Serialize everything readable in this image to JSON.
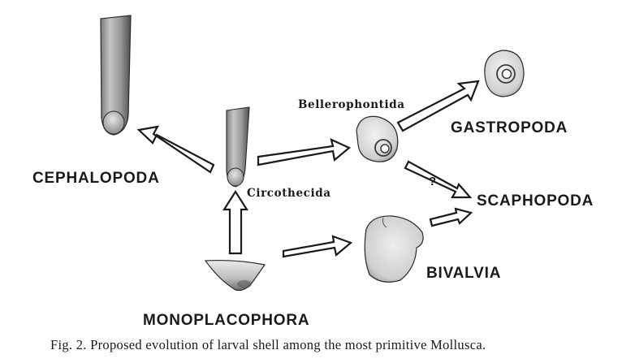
{
  "taxa": {
    "cephalopoda": "CEPHALOPODA",
    "gastropoda": "GASTROPODA",
    "scaphopoda": "SCAPHOPODA",
    "bivalvia": "BIVALVIA",
    "monoplacophora": "MONOPLACOPHORA"
  },
  "groups": {
    "bellerophontida": "Bellerophontida",
    "circothecida": "Circothecida"
  },
  "uncertain_mark": "?",
  "caption": "Fig. 2. Proposed evolution of larval shell among the most primitive Mollusca.",
  "colors": {
    "ink": "#1a1a1a",
    "shell_light": "#e2e2e2",
    "shell_dark": "#6a6a6a",
    "arrow_fill": "#ffffff"
  }
}
